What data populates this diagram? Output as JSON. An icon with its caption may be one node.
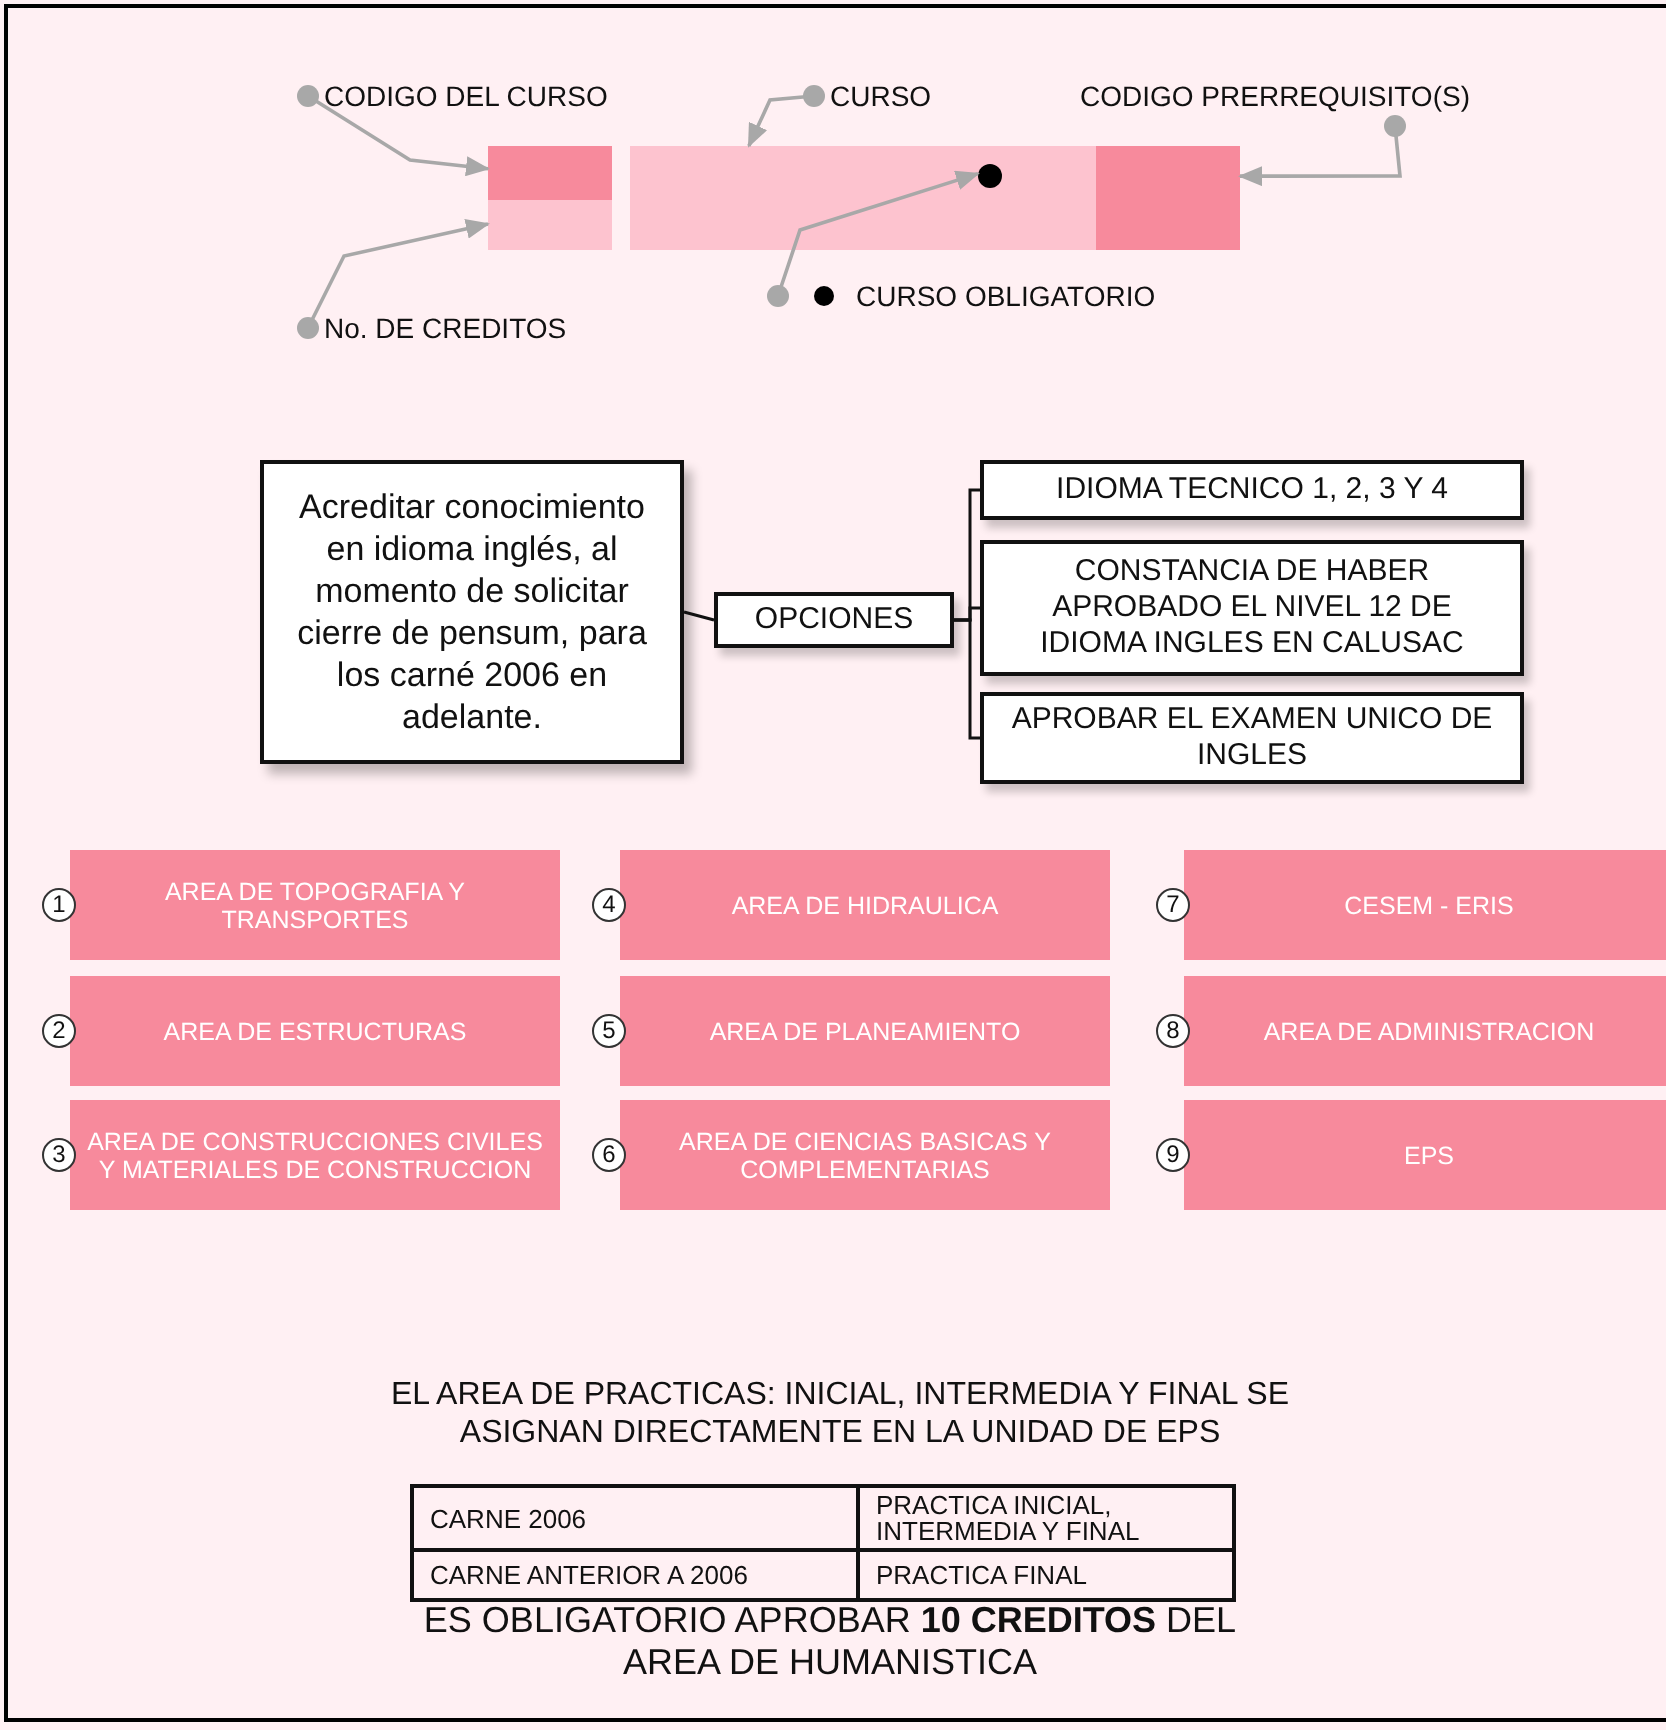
{
  "diagram": {
    "nodes": [
      {
        "text": [
          "CODIGO DEL CURSO"
        ]
      },
      {
        "text": [],
        "shape": "box"
      },
      {
        "text": [],
        "shape": "box"
      },
      {
        "text": [
          "No. DE CREDITOS"
        ]
      },
      {
        "text": [
          "CURSO"
        ]
      },
      {
        "text": [],
        "shape": "box"
      },
      {
        "text": [],
        "shape": "circle",
        "in": 5
      },
      {
        "text": [
          "CURSO OBLIGATORIO"
        ]
      },
      {
        "text": [
          "CODIGO PRERREQUISITO(S)"
        ]
      },
      {
        "text": [],
        "shape": "box"
      },
      {
        "text": [
          "Acreditar conocimiento en idioma inglés, al momento de solicitar cierre de pensum, para los carné 2006 en adelante."
        ]
      },
      {
        "text": [
          "OPCIONES"
        ]
      },
      {
        "text": [
          "IDIOMA TECNICO 1, 2, 3 Y 4"
        ]
      },
      {
        "text": [
          "CONSTANCIA DE HABER APROBADO EL NIVEL 12 DE IDIOMA INGLES EN CALUSAC"
        ]
      },
      {
        "text": [
          "APROBAR EL EXAMEN UNICO DE INGLES"
        ]
      },
      {
        "text": [
          "AREA DE TOPOGRAFIA Y TRANSPORTES"
        ],
        "beside": [
          "1"
        ]
      },
      {
        "text": [
          "AREA DE ESTRUCTURAS"
        ],
        "beside": [
          "2"
        ]
      },
      {
        "text": [
          "AREA DE CONSTRUCCIONES CIVILES Y MATERIALES DE CONSTRUCCION"
        ],
        "beside": [
          "3"
        ]
      },
      {
        "text": [
          "AREA DE HIDRAULICA"
        ],
        "beside": [
          "4"
        ]
      },
      {
        "text": [
          "AREA DE PLANEAMIENTO"
        ],
        "beside": [
          "5"
        ]
      },
      {
        "text": [
          "AREA DE CIENCIAS BASICAS Y COMPLEMENTARIAS"
        ],
        "beside": [
          "6"
        ]
      },
      {
        "text": [
          "CESEM - ERIS"
        ],
        "beside": [
          "7"
        ]
      },
      {
        "text": [
          "AREA DE ADMINISTRACION"
        ],
        "beside": [
          "8"
        ]
      },
      {
        "text": [
          "EPS"
        ],
        "beside": [
          "9"
        ]
      }
    ],
    "edges": [
      {
        "from": 0,
        "to": 1,
        "arrow": "to"
      },
      {
        "from": 3,
        "to": 2,
        "arrow": "to"
      },
      {
        "from": 4,
        "to": 5,
        "arrow": "to"
      },
      {
        "from": 7,
        "to": 6,
        "arrow": "to"
      },
      {
        "from": 8,
        "to": 9,
        "arrow": "to"
      },
      {
        "from": 10,
        "to": 11,
        "arrow": "none",
        "color": "#111111"
      },
      {
        "from": 11,
        "to": 12,
        "arrow": "none",
        "color": "#111111"
      },
      {
        "from": 11,
        "to": 13,
        "arrow": "none",
        "color": "#111111"
      },
      {
        "from": 11,
        "to": 14,
        "arrow": "none",
        "color": "#111111"
      }
    ],
    "labels": [
      "EL AREA DE PRACTICAS: INICIAL, INTERMEDIA Y FINAL SE ASIGNAN DIRECTAMENTE EN LA UNIDAD DE EPS",
      "CARNE 2006",
      "PRACTICA INICIAL, INTERMEDIA Y FINAL",
      "CARNE ANTERIOR A 2006",
      "PRACTICA FINAL",
      "ES OBLIGATORIO APROBAR **10 CREDITOS** DEL AREA DE HUMANISTICA"
    ]
  }
}
